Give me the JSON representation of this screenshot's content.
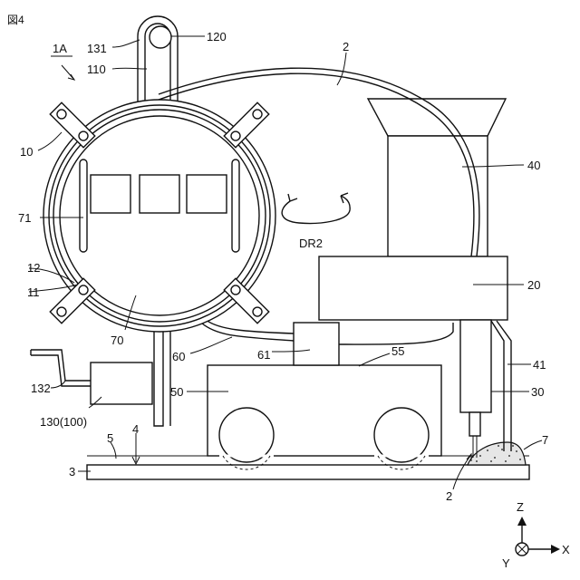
{
  "figure": {
    "title": "図4",
    "labels": {
      "l_1a": "1A",
      "l_131": "131",
      "l_120": "120",
      "l_110": "110",
      "l_2_top": "2",
      "l_10": "10",
      "l_40": "40",
      "l_71": "71",
      "l_dr2": "DR2",
      "l_12": "12",
      "l_20": "20",
      "l_11": "11",
      "l_70": "70",
      "l_60": "60",
      "l_61": "61",
      "l_55": "55",
      "l_41": "41",
      "l_132": "132",
      "l_50": "50",
      "l_30": "30",
      "l_130": "130(100)",
      "l_4": "4",
      "l_5": "5",
      "l_7": "7",
      "l_3": "3",
      "l_2_bot": "2"
    },
    "axes": {
      "z": "Z",
      "x": "X",
      "y": "Y"
    }
  }
}
